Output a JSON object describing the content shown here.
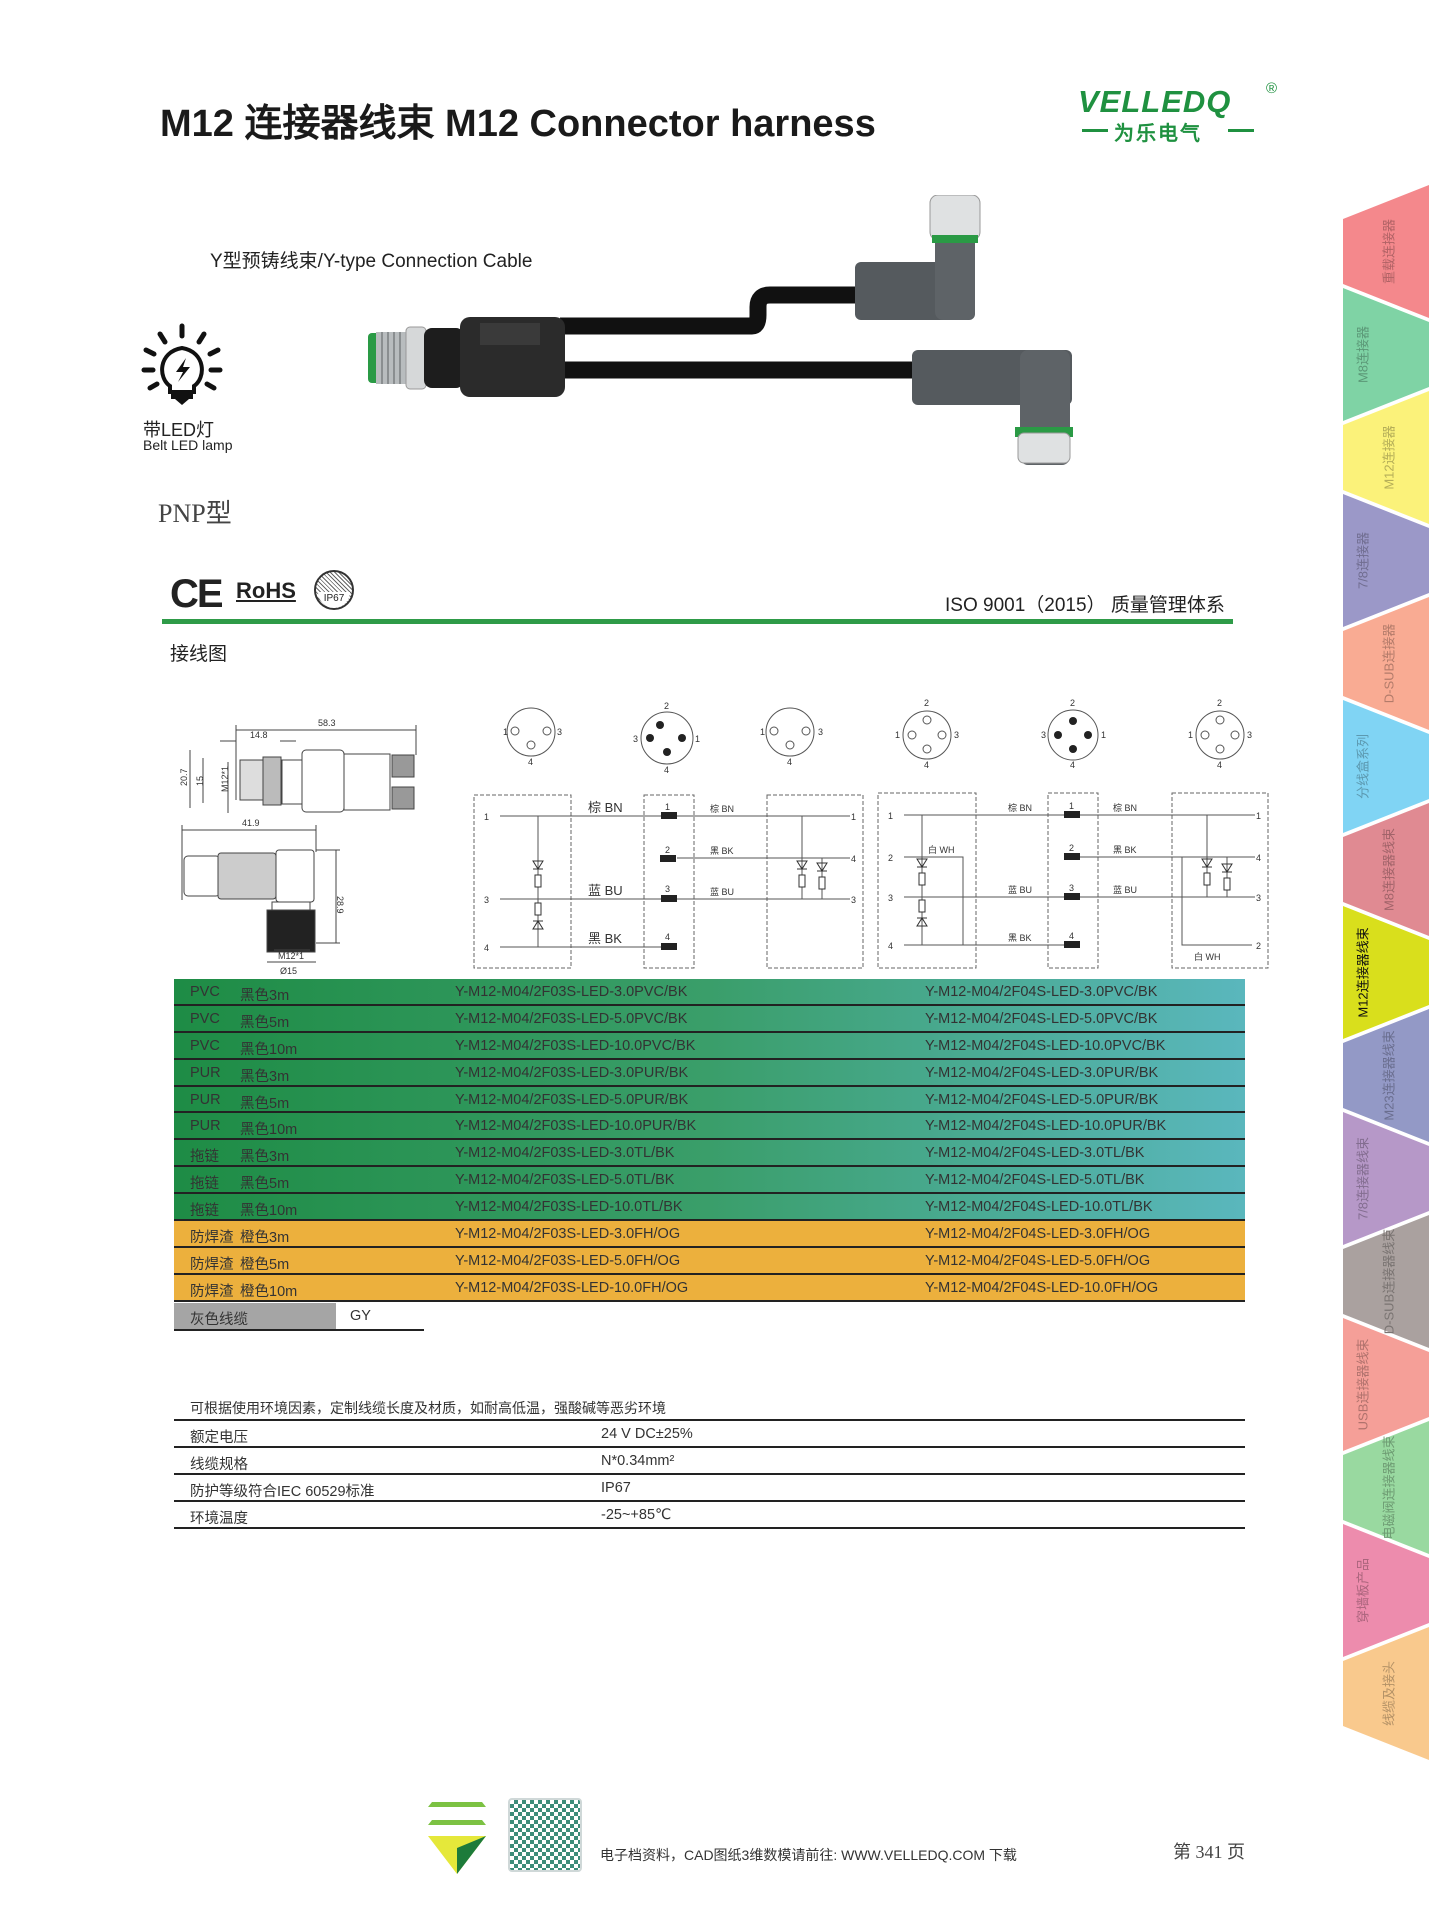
{
  "header": {
    "title": "M12 连接器线束 M12 Connector harness",
    "logo_brand": "VELLEDQ",
    "logo_cn": "为乐电气",
    "logo_reg": "®"
  },
  "product": {
    "subtitle": "Y型预铸线束/Y-type Connection Cable",
    "led_cn": "带LED灯",
    "led_en": "Belt LED lamp",
    "type": "PNP型"
  },
  "certs": {
    "ce": "CE",
    "rohs": "RoHS",
    "ip": "IP67",
    "iso": "ISO 9001（2015） 质量管理体系"
  },
  "wiring": {
    "title": "接线图",
    "dims": {
      "total": "58.3",
      "front": "14.8",
      "h1": "20.7",
      "h2": "15",
      "thread": "M12*1",
      "width": "41.9",
      "height": "28.9",
      "thread2": "M12*1",
      "dia": "Ø15"
    },
    "pins": {
      "p1": "1",
      "p2": "2",
      "p3": "3",
      "p4": "4"
    },
    "labels": {
      "bn": "棕 BN",
      "bu": "蓝 BU",
      "bk": "黑 BK",
      "wh": "白 WH"
    }
  },
  "table": {
    "rows": [
      {
        "mat": "PVC",
        "color": "黑色3m",
        "code3": "Y-M12-M04/2F03S-LED-3.0PVC/BK",
        "code4": "Y-M12-M04/2F04S-LED-3.0PVC/BK",
        "style": "green"
      },
      {
        "mat": "PVC",
        "color": "黑色5m",
        "code3": "Y-M12-M04/2F03S-LED-5.0PVC/BK",
        "code4": "Y-M12-M04/2F04S-LED-5.0PVC/BK",
        "style": "green"
      },
      {
        "mat": "PVC",
        "color": "黑色10m",
        "code3": "Y-M12-M04/2F03S-LED-10.0PVC/BK",
        "code4": "Y-M12-M04/2F04S-LED-10.0PVC/BK",
        "style": "green"
      },
      {
        "mat": "PUR",
        "color": "黑色3m",
        "code3": "Y-M12-M04/2F03S-LED-3.0PUR/BK",
        "code4": "Y-M12-M04/2F04S-LED-3.0PUR/BK",
        "style": "green"
      },
      {
        "mat": "PUR",
        "color": "黑色5m",
        "code3": "Y-M12-M04/2F03S-LED-5.0PUR/BK",
        "code4": "Y-M12-M04/2F04S-LED-5.0PUR/BK",
        "style": "green"
      },
      {
        "mat": "PUR",
        "color": "黑色10m",
        "code3": "Y-M12-M04/2F03S-LED-10.0PUR/BK",
        "code4": "Y-M12-M04/2F04S-LED-10.0PUR/BK",
        "style": "green"
      },
      {
        "mat": "拖链",
        "color": "黑色3m",
        "code3": "Y-M12-M04/2F03S-LED-3.0TL/BK",
        "code4": "Y-M12-M04/2F04S-LED-3.0TL/BK",
        "style": "green"
      },
      {
        "mat": "拖链",
        "color": "黑色5m",
        "code3": "Y-M12-M04/2F03S-LED-5.0TL/BK",
        "code4": "Y-M12-M04/2F04S-LED-5.0TL/BK",
        "style": "green"
      },
      {
        "mat": "拖链",
        "color": "黑色10m",
        "code3": "Y-M12-M04/2F03S-LED-10.0TL/BK",
        "code4": "Y-M12-M04/2F04S-LED-10.0TL/BK",
        "style": "green"
      },
      {
        "mat": "防焊渣",
        "color": "橙色3m",
        "code3": "Y-M12-M04/2F03S-LED-3.0FH/OG",
        "code4": "Y-M12-M04/2F04S-LED-3.0FH/OG",
        "style": "orange"
      },
      {
        "mat": "防焊渣",
        "color": "橙色5m",
        "code3": "Y-M12-M04/2F03S-LED-5.0FH/OG",
        "code4": "Y-M12-M04/2F04S-LED-5.0FH/OG",
        "style": "orange"
      },
      {
        "mat": "防焊渣",
        "color": "橙色10m",
        "code3": "Y-M12-M04/2F03S-LED-10.0FH/OG",
        "code4": "Y-M12-M04/2F04S-LED-10.0FH/OG",
        "style": "orange"
      }
    ],
    "gray": {
      "label": "灰色线缆",
      "value": "GY"
    }
  },
  "specs": {
    "note": "可根据使用环境因素，定制线缆长度及材质，如耐高低温，强酸碱等恶劣环境",
    "rows": [
      {
        "k": "额定电压",
        "v": "24 V DC±25%"
      },
      {
        "k": "线缆规格",
        "v": "N*0.34mm²"
      },
      {
        "k": "防护等级符合IEC 60529标准",
        "v": "IP67"
      },
      {
        "k": "环境温度",
        "v": "-25~+85℃"
      }
    ]
  },
  "sidebar": {
    "tabs": [
      {
        "label": "重载连接器",
        "color": "#f4888c"
      },
      {
        "label": "M8连接器",
        "color": "#7fd3a5"
      },
      {
        "label": "M12连接器",
        "color": "#fbf27a"
      },
      {
        "label": "7/8连接器",
        "color": "#9b98c8"
      },
      {
        "label": "D-SUB连接器",
        "color": "#f9ab93"
      },
      {
        "label": "分线盒系列",
        "color": "#80d4f4"
      },
      {
        "label": "M8连接器线束",
        "color": "#e08a92"
      },
      {
        "label": "M12连接器线束",
        "color": "#d9df1c",
        "active": true
      },
      {
        "label": "M23连接器线束",
        "color": "#9399c6"
      },
      {
        "label": "7/8连接器线束",
        "color": "#b698c8"
      },
      {
        "label": "D-SUB连接器线束",
        "color": "#aaa19f"
      },
      {
        "label": "USB连接器线束",
        "color": "#f59f98"
      },
      {
        "label": "电磁阀连接器线束",
        "color": "#99d9a0"
      },
      {
        "label": "穿墙板产品",
        "color": "#ed8cad"
      },
      {
        "label": "线缆及接头",
        "color": "#f9c98d"
      }
    ]
  },
  "footer": {
    "text": "电子档资料，CAD图纸3维数模请前往: WWW.VELLEDQ.COM 下载",
    "page": "第  341  页"
  }
}
